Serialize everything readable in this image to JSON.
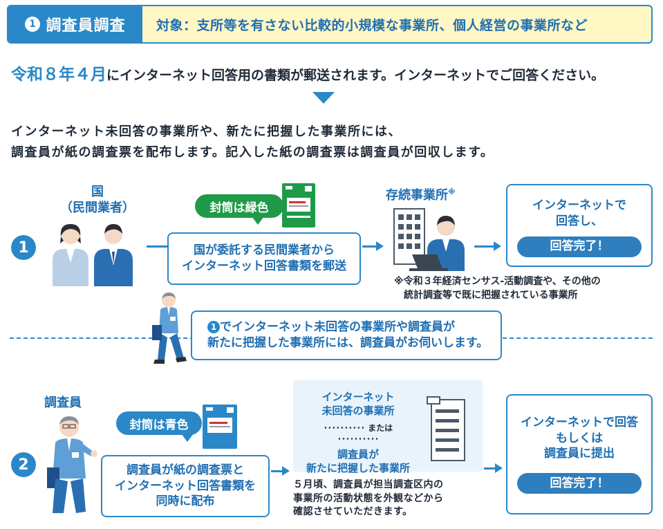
{
  "header": {
    "badge_num": "1",
    "title": "調査員調査",
    "target": "対象：支所等を有さない比較的小規模な事業所、個人経営の事業所など"
  },
  "intro": {
    "date": "令和８年４月",
    "text": "にインターネット回答用の書類が郵送されます。インターネットでご回答ください。"
  },
  "paragraph": {
    "line1": "インターネット未回答の事業所や、新たに把握した事業所には、",
    "line2": "調査員が紙の調査票を配布します。記入した紙の調査票は調査員が回収します。"
  },
  "row1": {
    "num": "1",
    "sender_line1": "国",
    "sender_line2": "（民間業者）",
    "envelope_label": "封筒は緑色",
    "action_line1": "国が委託する民間業者から",
    "action_line2": "インターネット回答書類を郵送",
    "target_label": "存続事業所",
    "target_mark": "※",
    "result_line1": "インターネットで",
    "result_line2": "回答し、",
    "done": "回答完了！",
    "note_line1": "※令和３年経済センサス‐活動調査や、その他の",
    "note_line2": "統計調査等で既に把握されている事業所"
  },
  "middle": {
    "badge_num": "1",
    "line1": "でインターネット未回答の事業所や調査員が",
    "line2": "新たに把握した事業所には、調査員がお伺いします。"
  },
  "row2": {
    "num": "2",
    "sender": "調査員",
    "envelope_label": "封筒は青色",
    "action_line1": "調査員が紙の調査票と",
    "action_line2": "インターネット回答書類を",
    "action_line3": "同時に配布",
    "target_line1": "インターネット",
    "target_line2": "未回答の事業所",
    "target_or": "または",
    "target_line3": "調査員が",
    "target_line4": "新たに把握した事業所",
    "note_line1": "５月頃、調査員が担当調査区内の",
    "note_line2": "事業所の活動状態を外観などから",
    "note_line3": "確認させていただきます。",
    "result_line1": "インターネットで回答",
    "result_line2": "もしくは",
    "result_line3": "調査員に提出",
    "done": "回答完了！"
  },
  "colors": {
    "accent": "#2a88c8",
    "header_bg": "#fff7c4",
    "green": "#1f9a48",
    "blue_pill": "#2a88c8",
    "done_pill": "#2f7fbf"
  }
}
